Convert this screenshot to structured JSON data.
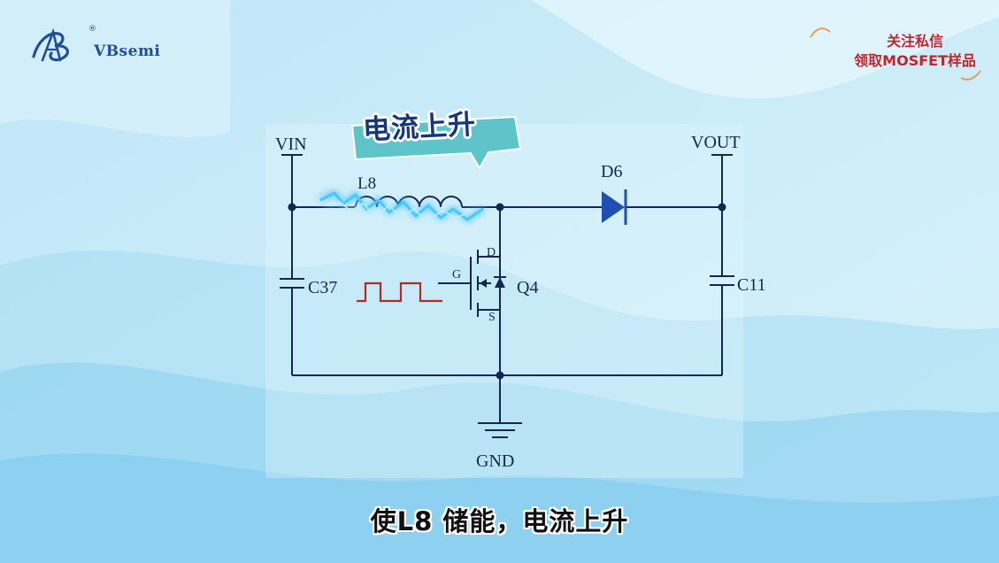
{
  "brand": {
    "name": "VBsemi",
    "mark": "®"
  },
  "promo": {
    "line1": "关注私信",
    "line2": "领取MOSFET样品"
  },
  "callout": {
    "text": "电流上升"
  },
  "subtitle": "使L8 储能，电流上升",
  "circuit": {
    "vin": "VIN",
    "vout": "VOUT",
    "gnd": "GND",
    "inductor": "L8",
    "diode": "D6",
    "cap_in": "C37",
    "cap_out": "C11",
    "mosfet": "Q4",
    "pin_d": "D",
    "pin_g": "G",
    "pin_s": "S"
  },
  "colors": {
    "wire": "#14284f",
    "diode": "#1f4fb5",
    "pwm": "#b02a2a",
    "glow": "#49c8ff"
  }
}
